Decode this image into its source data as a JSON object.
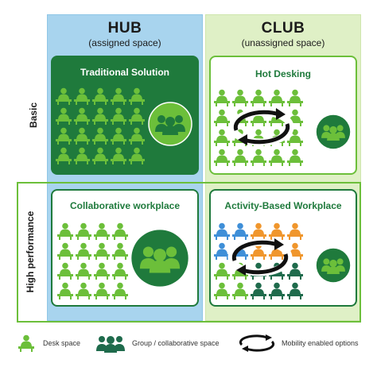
{
  "columns": {
    "hub": {
      "title": "HUB",
      "subtitle": "(assigned space)"
    },
    "club": {
      "title": "CLUB",
      "subtitle": "(unassigned space)"
    }
  },
  "rows": {
    "basic": "Basic",
    "high_performance": "High performance"
  },
  "cards": {
    "traditional": "Traditional Solution",
    "hot_desking": "Hot Desking",
    "collaborative": "Collaborative workplace",
    "activity_based": "Activity-Based Workplace"
  },
  "legend": {
    "desk": "Desk space",
    "group": "Group / collaborative space",
    "mobility": "Mobility enabled options"
  },
  "colors": {
    "desk_green": "#6cbf3a",
    "dark_green": "#1f7a3c",
    "teal": "#1f6b4c",
    "blue": "#3f8fd8",
    "orange": "#f0962c"
  }
}
